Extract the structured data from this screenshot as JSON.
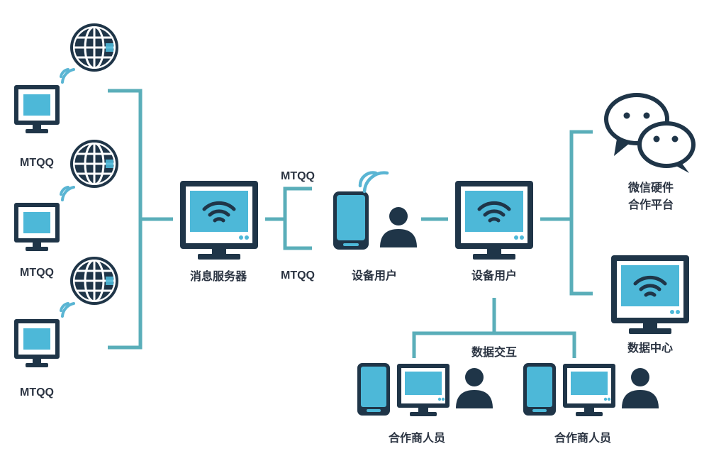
{
  "colors": {
    "dark": "#1f3548",
    "screen": "#4db8d8",
    "line": "#5aaeb9",
    "wifi": "#5ab5d3",
    "text": "#2b3442"
  },
  "labels": {
    "client_1": "MTQQ",
    "client_2": "MTQQ",
    "client_3": "MTQQ",
    "message_server": "消息服务器",
    "link_top": "MTQQ",
    "link_bottom": "MTQQ",
    "device_user_mobile": "设备用户",
    "device_user_computer": "设备用户",
    "wechat_platform_line1": "微信硬件",
    "wechat_platform_line2": "合作平台",
    "data_center": "数据中心",
    "data_exchange": "数据交互",
    "partner_1": "合作商人员",
    "partner_2": "合作商人员"
  },
  "icons": {
    "globe": "globe-icon",
    "wifi": "wifi-icon",
    "monitor": "monitor-icon",
    "phone": "phone-icon",
    "person": "person-icon",
    "chat": "chat-bubbles-icon"
  }
}
